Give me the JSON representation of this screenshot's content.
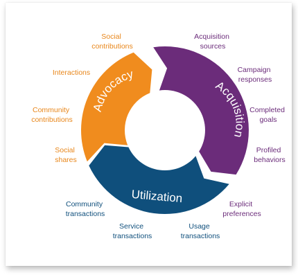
{
  "colors": {
    "advocacy": "#F08C1E",
    "acquisition": "#6B2C7A",
    "utilization": "#0F4F7C",
    "advocacy_text": "#E8861A",
    "acquisition_text": "#6B2C7A",
    "utilization_text": "#0F4F7C"
  },
  "cycle": {
    "advocacy": "Advocacy",
    "acquisition": "Acquisition",
    "utilization": "Utilization"
  },
  "labels": {
    "social_contributions": [
      "Social",
      "contributions"
    ],
    "interactions": [
      "Interactions"
    ],
    "community_contributions": [
      "Community",
      "contributions"
    ],
    "social_shares": [
      "Social",
      "shares"
    ],
    "acquisition_sources": [
      "Acquisition",
      "sources"
    ],
    "campaign_responses": [
      "Campaign",
      "responses"
    ],
    "completed_goals": [
      "Completed",
      "goals"
    ],
    "profiled_behaviors": [
      "Profiled",
      "behaviors"
    ],
    "explicit_preferences": [
      "Explicit",
      "preferences"
    ],
    "usage_transactions": [
      "Usage",
      "transactions"
    ],
    "service_transactions": [
      "Service",
      "transactions"
    ],
    "community_transactions": [
      "Community",
      "transactions"
    ]
  }
}
